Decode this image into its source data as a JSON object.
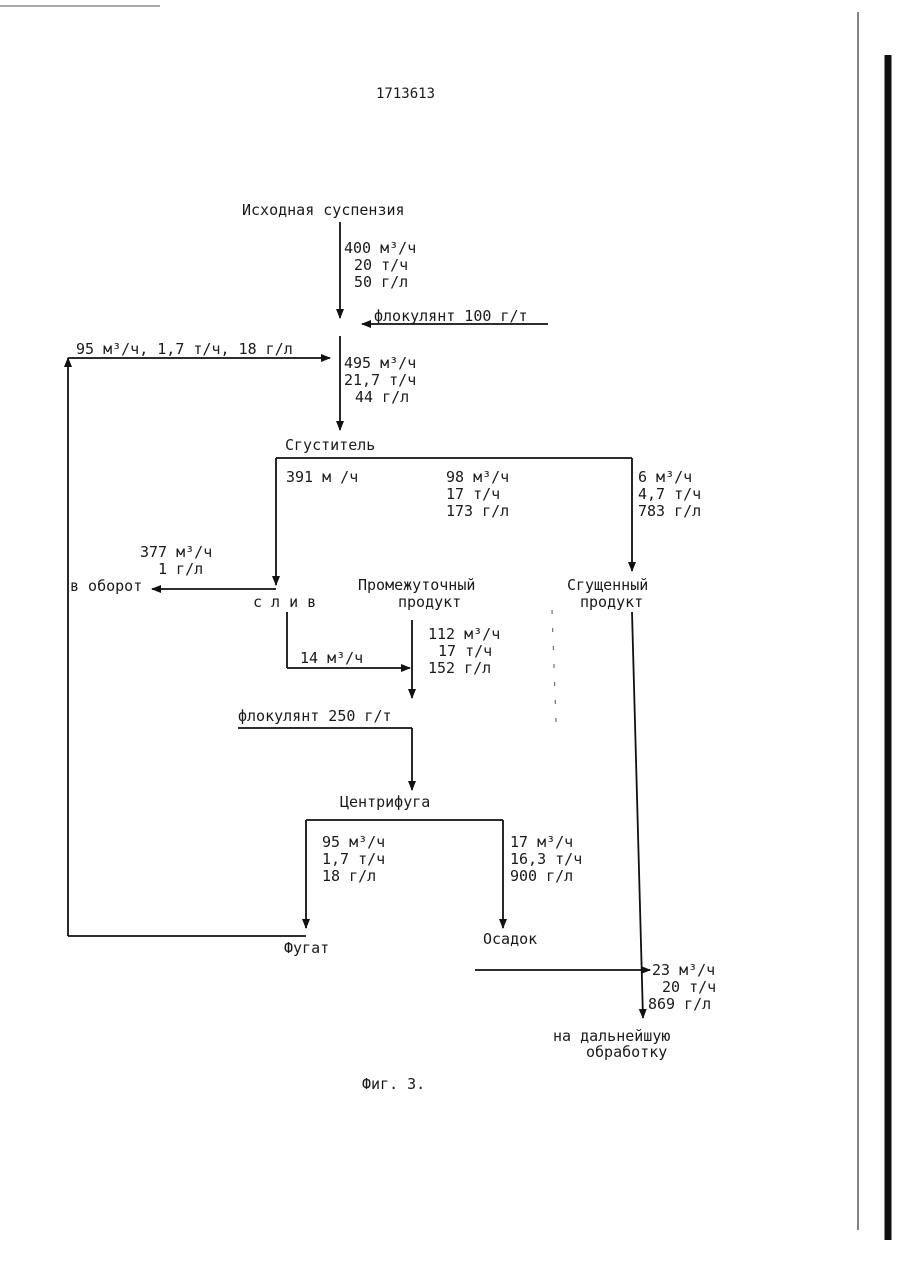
{
  "doc": {
    "number": "1713613",
    "caption": "Фиг. 3."
  },
  "nodes": {
    "source": "Исходная суспензия",
    "thickener": "Сгуститель",
    "overflow": "с л и в",
    "intermediate_1": "Промежуточный",
    "intermediate_2": "продукт",
    "thickened_1": "Сгущенный",
    "thickened_2": "продукт",
    "centrifuge": "Центрифуга",
    "fugate": "Фугат",
    "sediment": "Осадок",
    "to_recycle": "в оборот",
    "further_1": "на дальнейшую",
    "further_2": "обработку"
  },
  "flows": {
    "feed": [
      "400 м³/ч",
      "20 т/ч",
      "50 г/л"
    ],
    "flocculant_1": "флокулянт 100 г/т",
    "return": "95 м³/ч, 1,7 т/ч, 18 г/л",
    "thickener_in": [
      "495 м³/ч",
      "21,7 т/ч",
      "44 г/л"
    ],
    "overflow_total": "391 м /ч",
    "intermediate": [
      "98 м³/ч",
      "17 т/ч",
      "173 г/л"
    ],
    "thickened": [
      "6 м³/ч",
      "4,7 т/ч",
      "783 г/л"
    ],
    "recycle": [
      "377 м³/ч",
      "1 г/л"
    ],
    "overflow_to_mix": "14 м³/ч",
    "centrifuge_feed": [
      "112 м³/ч",
      "17 т/ч",
      "152 г/л"
    ],
    "flocculant_2": "флокулянт 250 г/т",
    "fugate": [
      "95 м³/ч",
      "1,7 т/ч",
      "18 г/л"
    ],
    "sediment": [
      "17 м³/ч",
      "16,3 т/ч",
      "900 г/л"
    ],
    "final": [
      "23 м³/ч",
      "20 т/ч",
      "869 г/л"
    ]
  }
}
